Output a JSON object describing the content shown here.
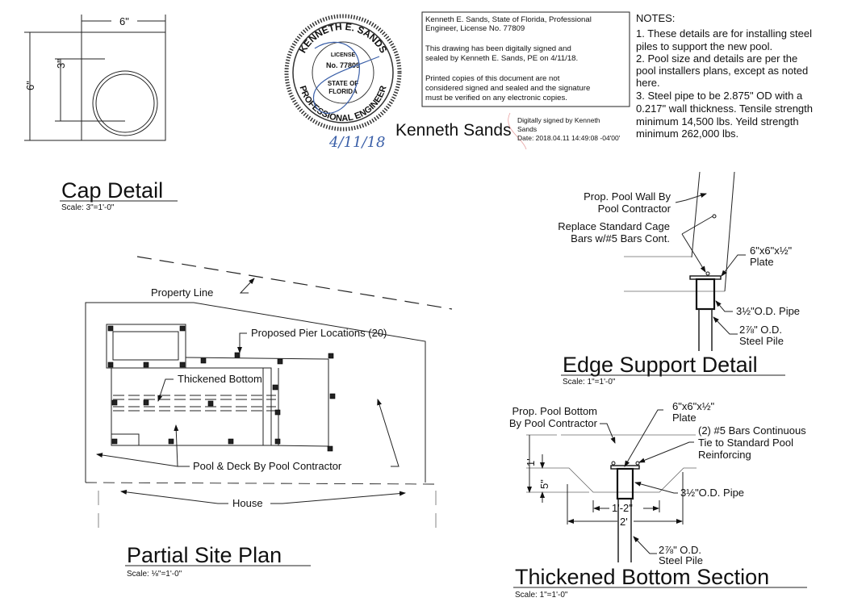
{
  "cap_detail": {
    "title": "Cap Detail",
    "scale": "Scale: 3\"=1'-0\"",
    "dim_width": "6\"",
    "dim_height": "6\"",
    "dim_half": "3\""
  },
  "seal": {
    "name": "KENNETH E. SANDS",
    "license_label": "LICENSE",
    "license_no": "No. 77809",
    "state": "STATE OF",
    "florida": "FLORIDA",
    "title": "PROFESSIONAL ENGINEER",
    "handwritten_date": "4/11/18"
  },
  "signature_box": {
    "line1": "Kenneth E. Sands, State of Florida, Professional",
    "line2": "Engineer, License No. 77809",
    "line3": "This drawing has been digitally signed and",
    "line4": "sealed by Kenneth E. Sands, PE on 4/11/18.",
    "line5": "Printed copies of this document are not",
    "line6": "considered signed and sealed and the signature",
    "line7": "must be verified on any electronic copies."
  },
  "digital_signature": {
    "name": "Kenneth Sands",
    "signed_by_1": "Digitally signed by Kenneth",
    "signed_by_2": "Sands",
    "date": "Date: 2018.04.11 14:49:08 -04'00'"
  },
  "notes": {
    "heading": "NOTES:",
    "lines": [
      "1.   These details are for installing steel",
      "piles to support the new pool.",
      "2.   Pool size and details are per the",
      "pool installers plans, except as noted",
      "here.",
      "3.   Steel pipe to be 2.875\" OD with a",
      "0.217\" wall thickness. Tensile strength",
      "minimum 14,500 lbs. Yeild strength",
      "minimum 262,000 lbs."
    ]
  },
  "edge_support": {
    "title": "Edge Support Detail",
    "scale": "Scale: 1\"=1'-0\"",
    "wall_1": "Prop. Pool Wall By",
    "wall_2": "Pool Contractor",
    "cage_1": "Replace Standard Cage",
    "cage_2": "Bars w/#5 Bars Cont.",
    "plate_1": "6\"x6\"x½\"",
    "plate_2": "Plate",
    "pipe": "3½\"O.D. Pipe",
    "pile_1": "2⅞\" O.D.",
    "pile_2": "Steel Pile"
  },
  "site_plan": {
    "title": "Partial Site Plan",
    "scale": "Scale: ⅛\"=1'-0\"",
    "property_line": "Property Line",
    "piers": "Proposed Pier Locations (20)",
    "thickened": "Thickened Bottom",
    "pool_deck": "Pool & Deck By Pool Contractor",
    "house": "House"
  },
  "thickened_section": {
    "title": "Thickened Bottom Section",
    "scale": "Scale: 1\"=1'-0\"",
    "bottom_1": "Prop. Pool Bottom",
    "bottom_2": "By Pool Contractor",
    "plate_1": "6\"x6\"x½\"",
    "plate_2": "Plate",
    "bars_1": "(2) #5 Bars Continuous",
    "bars_2": "Tie to Standard Pool",
    "bars_3": "Reinforcing",
    "pipe": "3½\"O.D. Pipe",
    "pile_1": "2⅞\" O.D.",
    "pile_2": "Steel Pile",
    "dim_1ft": "1'",
    "dim_5in": "5\"",
    "dim_1ft2": "1'-2\"",
    "dim_2ft": "2'"
  }
}
